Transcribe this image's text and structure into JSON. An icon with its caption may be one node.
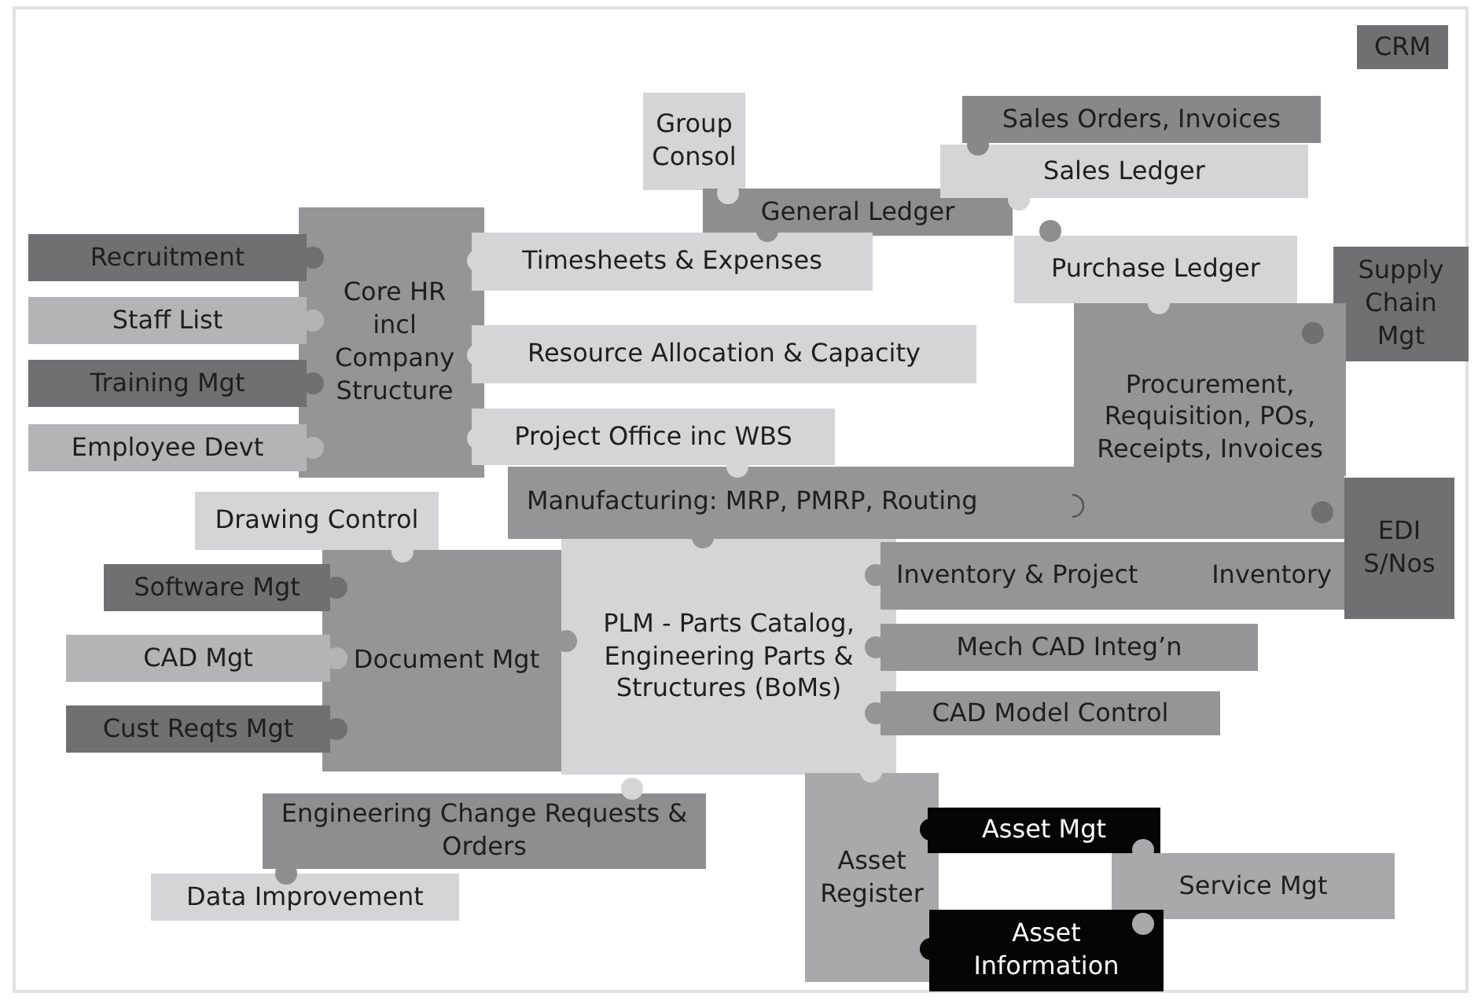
{
  "diagram": {
    "nodes": [
      {
        "text": [
          "CRM"
        ]
      },
      {
        "text": [
          "Group Consol"
        ]
      },
      {
        "text": [
          "Sales Orders, Invoices"
        ]
      },
      {
        "text": [
          "General Ledger"
        ]
      },
      {
        "text": [
          "Sales Ledger"
        ]
      },
      {
        "text": [
          "Core HR incl Company Structure"
        ]
      },
      {
        "text": [
          "Recruitment"
        ]
      },
      {
        "text": [
          "Staff List"
        ]
      },
      {
        "text": [
          "Training Mgt"
        ]
      },
      {
        "text": [
          "Employee Devt"
        ]
      },
      {
        "text": [
          "Timesheets & Expenses"
        ]
      },
      {
        "text": [
          "Resource Allocation & Capacity"
        ]
      },
      {
        "text": [
          "Project Office inc WBS"
        ]
      },
      {
        "text": [
          "Purchase Ledger"
        ]
      },
      {
        "text": [
          "Supply Chain Mgt"
        ]
      },
      {
        "text": [
          "Procurement, Requisition, POs, Receipts, Invoices"
        ]
      },
      {
        "text": [
          "Manufacturing: MRP, PMRP, Routing"
        ]
      },
      {
        "text": [
          "Drawing Control"
        ]
      },
      {
        "text": [
          "EDI S/Nos"
        ]
      },
      {
        "text": [
          "Document Mgt"
        ]
      },
      {
        "text": [
          "Software Mgt"
        ]
      },
      {
        "text": [
          "CAD Mgt"
        ]
      },
      {
        "text": [
          "Cust Reqts Mgt"
        ]
      },
      {
        "text": [
          "PLM - Parts Catalog, Engineering Parts & Structures (BoMs)"
        ]
      },
      {
        "text": [
          "Inventory & Project",
          "Inventory"
        ]
      },
      {
        "text": [
          "Mech CAD Integ’n"
        ]
      },
      {
        "text": [
          "CAD Model Control"
        ]
      },
      {
        "text": [
          "Engineering Change Requests & Orders"
        ]
      },
      {
        "text": [
          "Data Improvement"
        ]
      },
      {
        "text": [
          "Asset Register"
        ]
      },
      {
        "text": [
          "Asset Mgt"
        ]
      },
      {
        "text": [
          "Service Mgt"
        ]
      },
      {
        "text": [
          "Asset Information"
        ]
      }
    ]
  }
}
